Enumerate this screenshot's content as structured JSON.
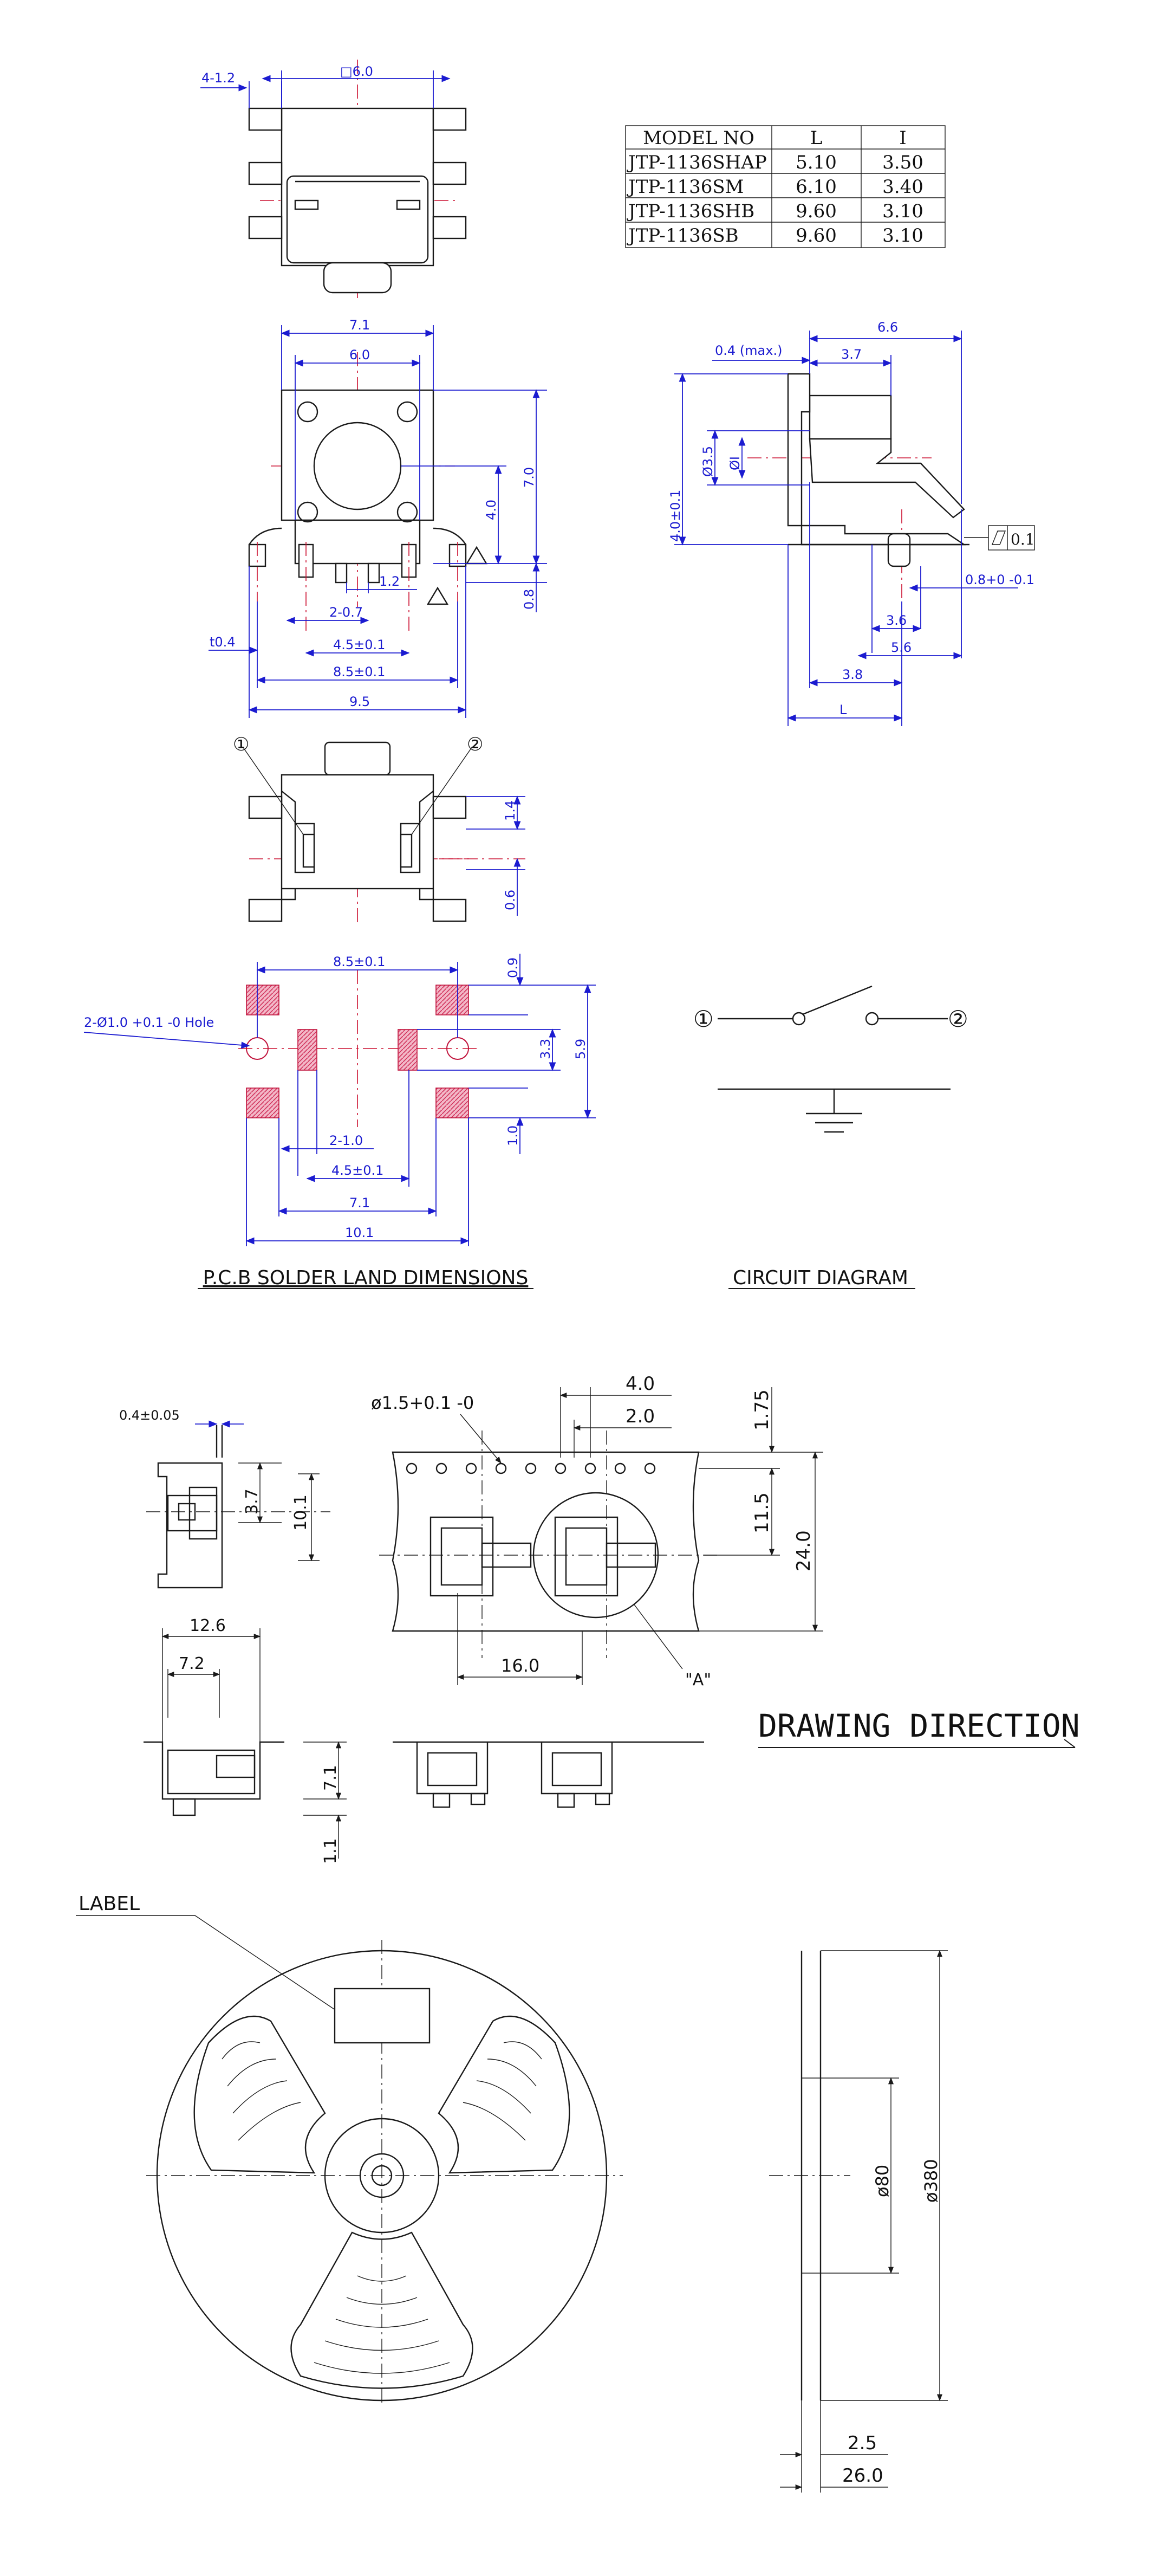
{
  "model_table": {
    "headers": [
      "MODEL NO",
      "L",
      "I"
    ],
    "rows": [
      [
        "JTP-1136SHAP",
        "5.10",
        "3.50"
      ],
      [
        "JTP-1136SM",
        "6.10",
        "3.40"
      ],
      [
        "JTP-1136SHB",
        "9.60",
        "3.10"
      ],
      [
        "JTP-1136SB",
        "9.60",
        "3.10"
      ]
    ]
  },
  "top_view": {
    "dim_square": "□6.0",
    "dim_tab": "4-1.2"
  },
  "front_view": {
    "d_7_1": "7.1",
    "d_6_0": "6.0",
    "d_7_0": "7.0",
    "d_4_0": "4.0",
    "d_1_2": "1.2",
    "d_0_8": "0.8",
    "d_2_0_7": "2-0.7",
    "d_t0_4": "t0.4",
    "d_4_5": "4.5±0.1",
    "d_8_5": "8.5±0.1",
    "d_9_5": "9.5"
  },
  "side_view": {
    "d_6_6": "6.6",
    "d_0_4max": "0.4 (max.)",
    "d_3_7": "3.7",
    "d_phi3_5": "Ø3.5",
    "d_I": "ØI",
    "d_4_0": "4.0±0.1",
    "flatness": "0.1",
    "d_0_8tol": "0.8+0 -0.1",
    "d_3_6": "3.6",
    "d_5_6": "5.6",
    "d_3_8": "3.8",
    "d_L": "L"
  },
  "bottom_view": {
    "mark1": "①",
    "mark2": "②",
    "d_1_4": "1.4",
    "d_0_6": "0.6"
  },
  "pcb": {
    "d_8_5": "8.5±0.1",
    "d_hole": "2-Ø1.0 +0.1 -0 Hole",
    "d_0_9": "0.9",
    "d_3_3": "3.3",
    "d_5_9": "5.9",
    "d_1_0": "1.0",
    "d_2_1_0": "2-1.0",
    "d_4_5": "4.5±0.1",
    "d_7_1": "7.1",
    "d_10_1": "10.1",
    "caption": "P.C.B SOLDER LAND DIMENSIONS"
  },
  "circuit": {
    "mark1": "①",
    "mark2": "②",
    "caption": "CIRCUIT DIAGRAM"
  },
  "tape": {
    "d_0_4": "0.4±0.05",
    "d_3_7": "3.7",
    "d_10_1": "10.1",
    "d_12_6": "12.6",
    "d_7_2": "7.2",
    "d_7_1": "7.1",
    "d_1_1": "1.1",
    "d_phi1_5": "ø1.5+0.1 -0",
    "d_4_0": "4.0",
    "d_2_0": "2.0",
    "d_1_75": "1.75",
    "d_11_5": "11.5",
    "d_24_0": "24.0",
    "d_16_0": "16.0",
    "detail": "\"A\"",
    "direction": "DRAWING DIRECTION"
  },
  "reel": {
    "label": "LABEL",
    "d_80": "ø80",
    "d_380": "ø380",
    "d_2_5": "2.5",
    "d_26_0": "26.0"
  },
  "colors": {
    "dimension": "#1b1bd0",
    "centerline": "#cc1030",
    "outline": "#1a1a1a",
    "pad": "#e0608c"
  }
}
